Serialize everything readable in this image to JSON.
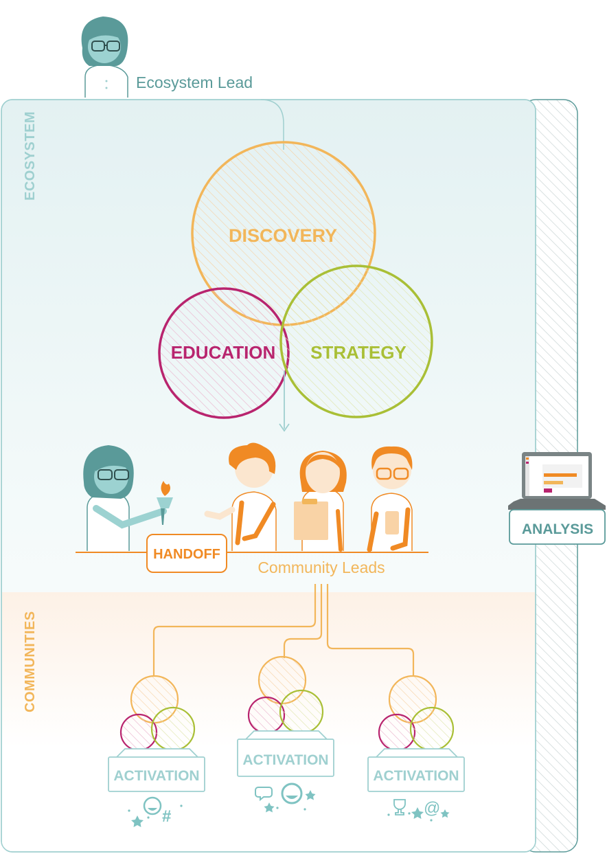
{
  "ecosystem_lead": {
    "label": "Ecosystem Lead"
  },
  "sections": {
    "ecosystem": "ECOSYSTEM",
    "communities": "COMMUNITIES"
  },
  "venn": {
    "discovery": "DISCOVERY",
    "education": "EDUCATION",
    "strategy": "STRATEGY"
  },
  "handoff": {
    "label": "HANDOFF"
  },
  "community_leads": {
    "label": "Community Leads"
  },
  "analysis": {
    "label": "ANALYSIS"
  },
  "activations": [
    "ACTIVATION",
    "ACTIVATION",
    "ACTIVATION"
  ],
  "social_glyphs": {
    "hashtag": "#",
    "at": "@"
  },
  "colors": {
    "teal": "#5a9a99",
    "teal_light": "#9fd0d0",
    "orange": "#f08a24",
    "orange_light": "#f2b65a",
    "magenta": "#b8246e",
    "green": "#a9bf36",
    "skin": "#fbe6cf"
  }
}
